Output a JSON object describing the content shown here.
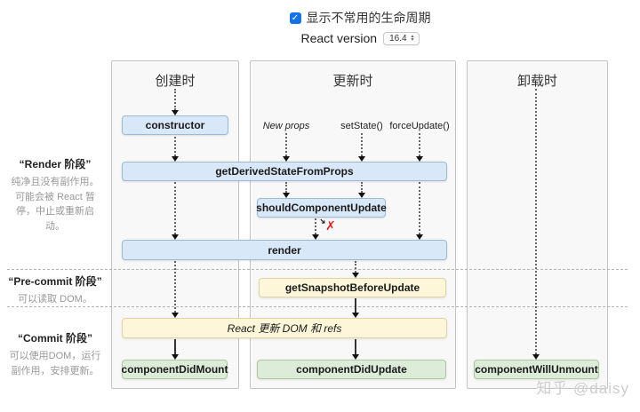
{
  "header": {
    "checkbox_label": "显示不常用的生命周期",
    "checkbox_checked": "✓",
    "version_label": "React version",
    "version_value": "16.4"
  },
  "columns": {
    "mounting": "创建时",
    "updating": "更新时",
    "unmounting": "卸载时"
  },
  "phases": {
    "render": {
      "title": "“Render 阶段”",
      "desc": "纯净且没有副作用。可能会被 React 暂停，中止或重新启动。"
    },
    "precommit": {
      "title": "“Pre-commit 阶段”",
      "desc": "可以读取 DOM。"
    },
    "commit": {
      "title": "“Commit 阶段”",
      "desc": "可以使用DOM，运行副作用，安排更新。"
    }
  },
  "triggers": {
    "new_props": "New props",
    "set_state": "setState()",
    "force_update": "forceUpdate()"
  },
  "methods": {
    "constructor": "constructor",
    "get_derived_state_from_props": "getDerivedStateFromProps",
    "should_component_update": "shouldComponentUpdate",
    "render": "render",
    "get_snapshot_before_update": "getSnapshotBeforeUpdate",
    "react_updates_dom": "React 更新 DOM 和 refs",
    "component_did_mount": "componentDidMount",
    "component_did_update": "componentDidUpdate",
    "component_will_unmount": "componentWillUnmount"
  },
  "annotations": {
    "stop_mark": "✗",
    "branch_glyph": "➔"
  },
  "watermark": "知乎 @daisy",
  "colors": {
    "checkbox_accent": "#1673e6",
    "blue_fill": "#d9e8f8",
    "blue_border": "#9db9d8",
    "yellow_fill": "#fdf6d9",
    "yellow_border": "#e1d5a5",
    "green_fill": "#ddecd8",
    "green_border": "#aec6a4",
    "stop_mark_red": "#d6231f"
  }
}
